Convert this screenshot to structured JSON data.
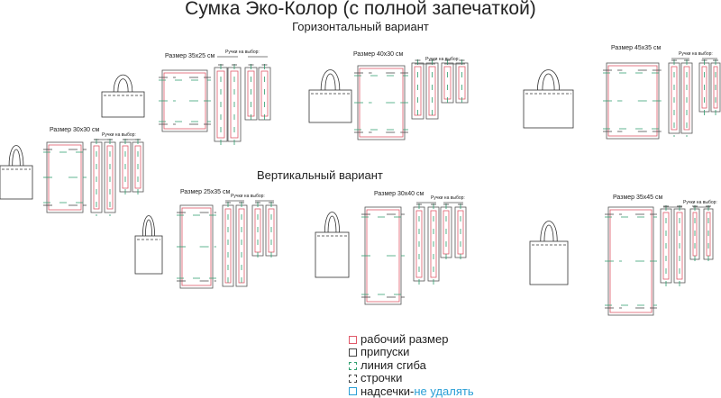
{
  "title": "Сумка Эко-Колор (с полной запечаткой)",
  "horizontal_heading": "Горизонтальный вариант",
  "vertical_heading": "Вертикальный вариант",
  "handles_label": "Ручки на выбор:",
  "groups": [
    {
      "size": "Размер 35x25 см"
    },
    {
      "size": "Размер 40x30 см"
    },
    {
      "size": "Размер 45x35 см"
    },
    {
      "size": "Размер 30x30 см"
    },
    {
      "size": "Размер 25x35 см"
    },
    {
      "size": "Размер 30x40 см"
    },
    {
      "size": "Размер 35x45 см"
    }
  ],
  "legend": [
    {
      "label": "рабочий размер",
      "color": "#e05a6a",
      "style": "solid"
    },
    {
      "label": "припуски",
      "color": "#444444",
      "style": "solid"
    },
    {
      "label": "линия сгиба",
      "color": "#2e9e6e",
      "style": "dashed"
    },
    {
      "label": "строчки",
      "color": "#444444",
      "style": "dashed"
    },
    {
      "label": "надсечки-",
      "extra": "не удалять",
      "color": "#2a9fd6",
      "style": "solid"
    }
  ],
  "colors": {
    "work": "#e05a6a",
    "bleed": "#555555",
    "fold": "#2e9e6e",
    "stitch": "#444444",
    "notch": "#2a9fd6"
  }
}
